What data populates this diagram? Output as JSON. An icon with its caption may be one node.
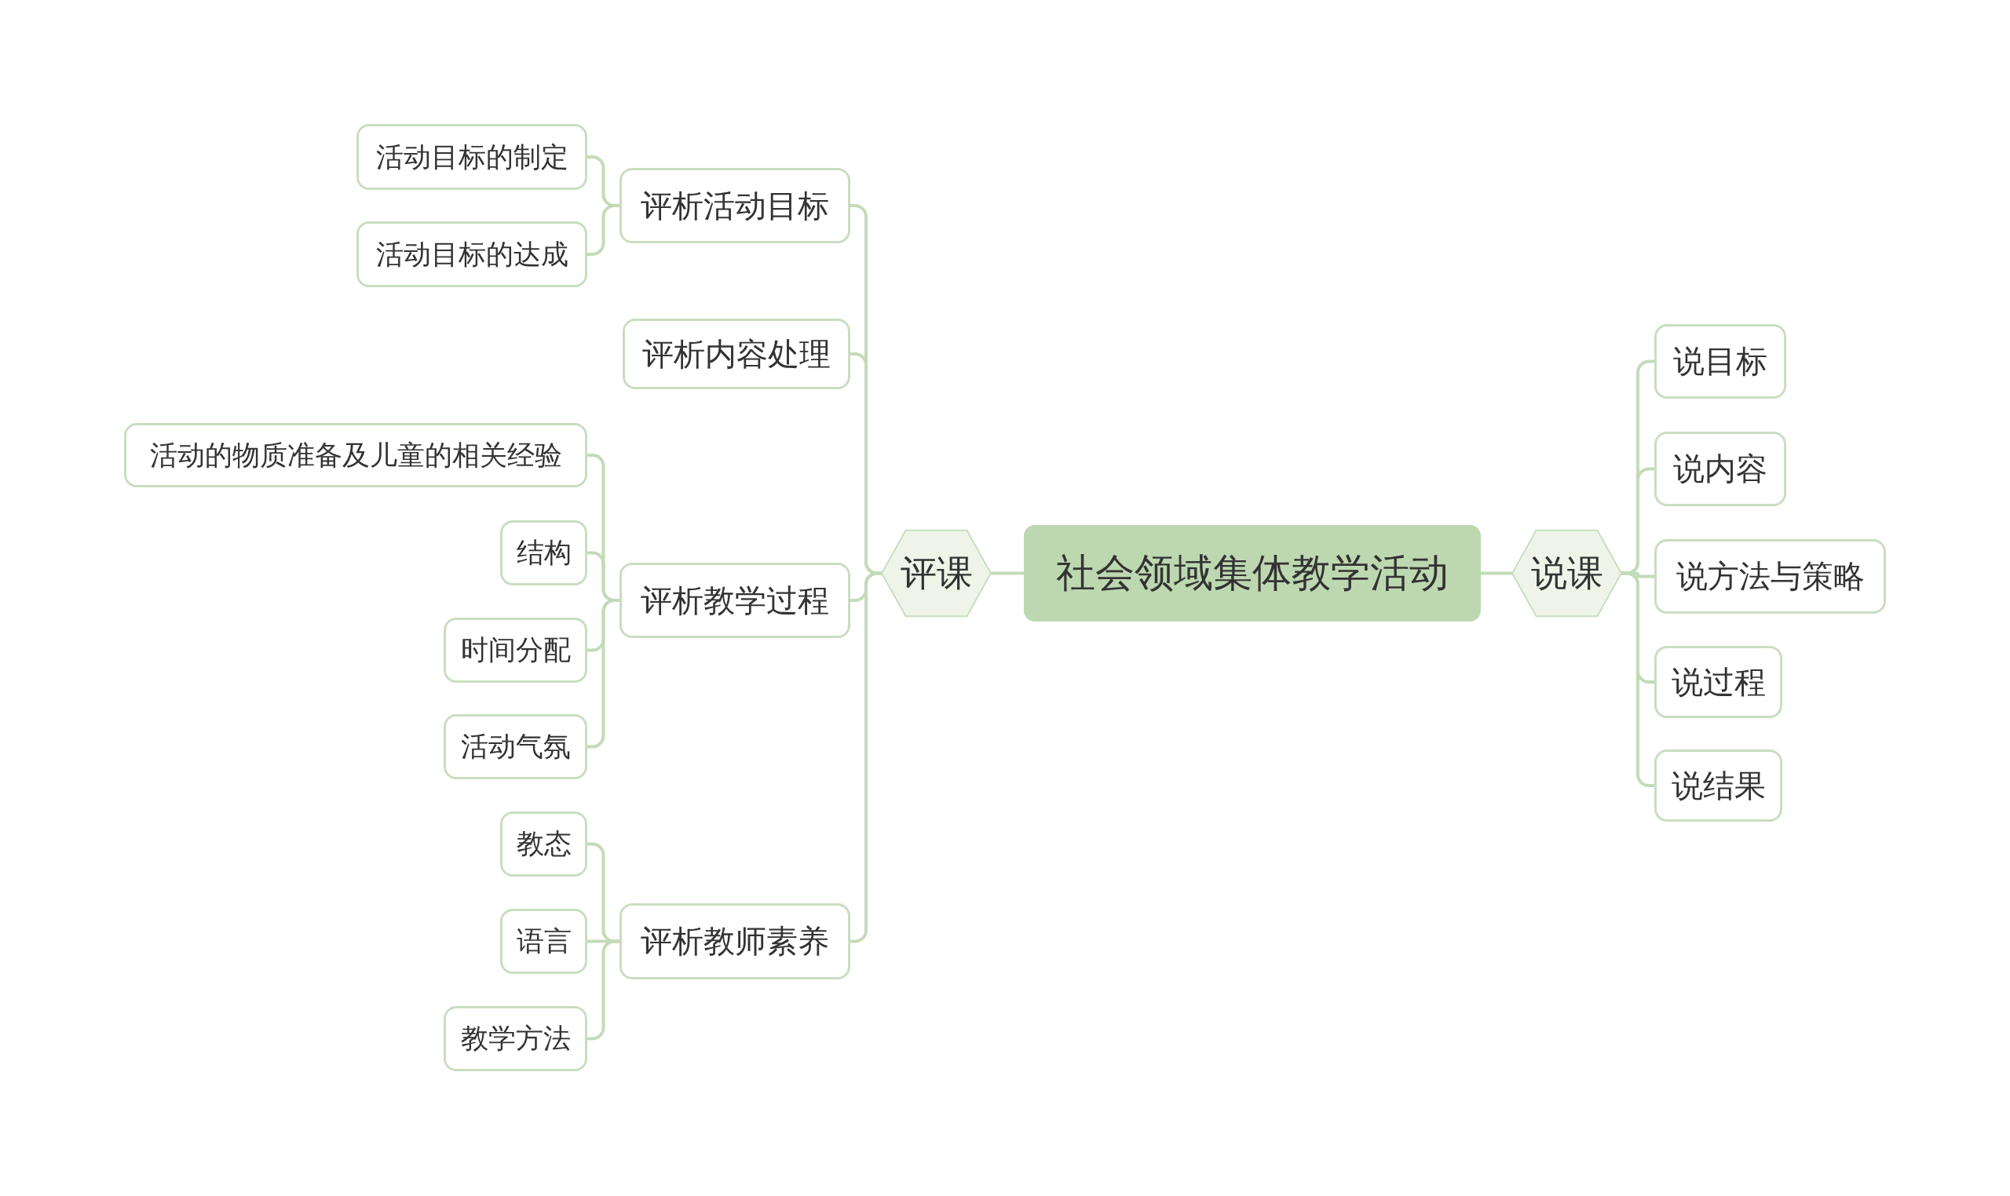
{
  "diagram": {
    "nodes": [
      {
        "text": [
          "社会领域集体教学活动"
        ]
      },
      {
        "text": [
          "评课"
        ]
      },
      {
        "text": [
          "评析活动目标"
        ]
      },
      {
        "text": [
          "活动目标的制定"
        ]
      },
      {
        "text": [
          "活动目标的达成"
        ]
      },
      {
        "text": [
          "评析内容处理"
        ]
      },
      {
        "text": [
          "评析教学过程"
        ]
      },
      {
        "text": [
          "活动的物质准备及儿童的相关经验"
        ]
      },
      {
        "text": [
          "结构"
        ]
      },
      {
        "text": [
          "时间分配"
        ]
      },
      {
        "text": [
          "活动气氛"
        ]
      },
      {
        "text": [
          "评析教师素养"
        ]
      },
      {
        "text": [
          "教态"
        ]
      },
      {
        "text": [
          "语言"
        ]
      },
      {
        "text": [
          "教学方法"
        ]
      },
      {
        "text": [
          "说课"
        ]
      },
      {
        "text": [
          "说目标"
        ]
      },
      {
        "text": [
          "说内容"
        ]
      },
      {
        "text": [
          "说方法与策略"
        ]
      },
      {
        "text": [
          "说过程"
        ]
      },
      {
        "text": [
          "说结果"
        ]
      }
    ],
    "edges": [
      {
        "from": 0,
        "to": 1,
        "arrow": "none"
      },
      {
        "from": 1,
        "to": 2,
        "arrow": "none"
      },
      {
        "from": 2,
        "to": 3,
        "arrow": "none"
      },
      {
        "from": 2,
        "to": 4,
        "arrow": "none"
      },
      {
        "from": 1,
        "to": 5,
        "arrow": "none"
      },
      {
        "from": 1,
        "to": 6,
        "arrow": "none"
      },
      {
        "from": 6,
        "to": 7,
        "arrow": "none"
      },
      {
        "from": 6,
        "to": 8,
        "arrow": "none"
      },
      {
        "from": 6,
        "to": 9,
        "arrow": "none"
      },
      {
        "from": 6,
        "to": 10,
        "arrow": "none"
      },
      {
        "from": 1,
        "to": 11,
        "arrow": "none"
      },
      {
        "from": 11,
        "to": 12,
        "arrow": "none"
      },
      {
        "from": 11,
        "to": 13,
        "arrow": "none"
      },
      {
        "from": 11,
        "to": 14,
        "arrow": "none"
      },
      {
        "from": 0,
        "to": 15,
        "arrow": "none"
      },
      {
        "from": 15,
        "to": 16,
        "arrow": "none"
      },
      {
        "from": 15,
        "to": 17,
        "arrow": "none"
      },
      {
        "from": 15,
        "to": 18,
        "arrow": "none"
      },
      {
        "from": 15,
        "to": 19,
        "arrow": "none"
      },
      {
        "from": 15,
        "to": 20,
        "arrow": "none"
      }
    ]
  }
}
